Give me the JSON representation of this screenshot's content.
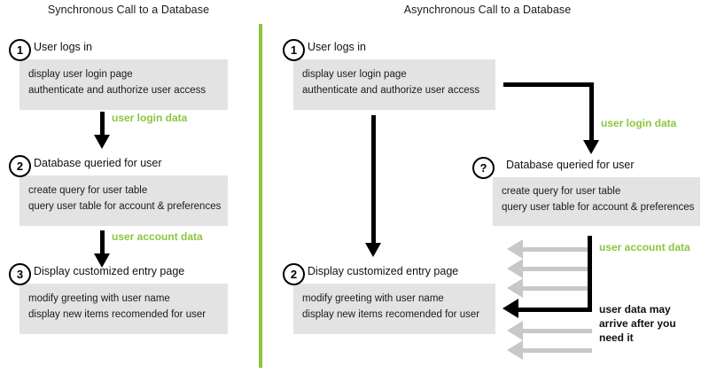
{
  "titles": {
    "left": "Synchronous Call to a Database",
    "right": "Asynchronous Call to a Database"
  },
  "colors": {
    "accent_green": "#8cc63e",
    "detail_box_gray": "#e3e3e3",
    "muted_arrow_gray": "#c8c8c8",
    "ink_black": "#000000"
  },
  "sync": {
    "steps": [
      {
        "badge": "1",
        "heading": "User logs in",
        "details": [
          "display user login page",
          "authenticate and authorize user access"
        ]
      },
      {
        "badge": "2",
        "heading": "Database queried for user",
        "details": [
          "create query for user table",
          "query user table for account & preferences"
        ]
      },
      {
        "badge": "3",
        "heading": "Display customized entry page",
        "details": [
          "modify greeting with user name",
          "display new items recomended for user"
        ]
      }
    ],
    "arrow_labels": [
      "user login data",
      "user account data"
    ]
  },
  "async": {
    "steps": [
      {
        "badge": "1",
        "heading": "User logs in",
        "details": [
          "display user login page",
          "authenticate and authorize user access"
        ]
      },
      {
        "badge": "2",
        "heading": "Display customized entry page",
        "details": [
          "modify greeting with user name",
          "display new items recomended for user"
        ]
      }
    ],
    "db_step": {
      "badge": "?",
      "heading": "Database queried for user",
      "details": [
        "create query for user table",
        "query user table for account & preferences"
      ]
    },
    "arrow_labels": [
      "user login data",
      "user account data"
    ],
    "note": [
      "user data may",
      "arrive after you",
      "need it"
    ]
  }
}
